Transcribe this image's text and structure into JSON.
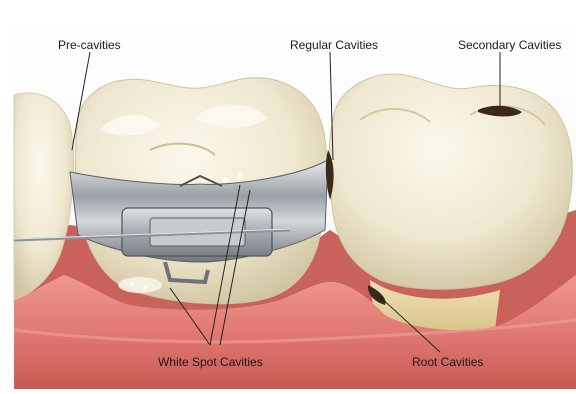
{
  "labels": {
    "pre_cavities": "Pre-cavities",
    "regular_cavities": "Regular Cavities",
    "secondary_cavities": "Secondary Cavities",
    "white_spot_cavities": "White Spot Cavities",
    "root_cavities": "Root Cavities"
  },
  "colors": {
    "gum": "#e07a72",
    "gum_shadow": "#b94a44",
    "enamel": "#f2ecd6",
    "enamel_shadow": "#d8cfae",
    "metal": "#b8bcc0",
    "decay": "#3a2a1c",
    "root": "#e4d3a2"
  }
}
